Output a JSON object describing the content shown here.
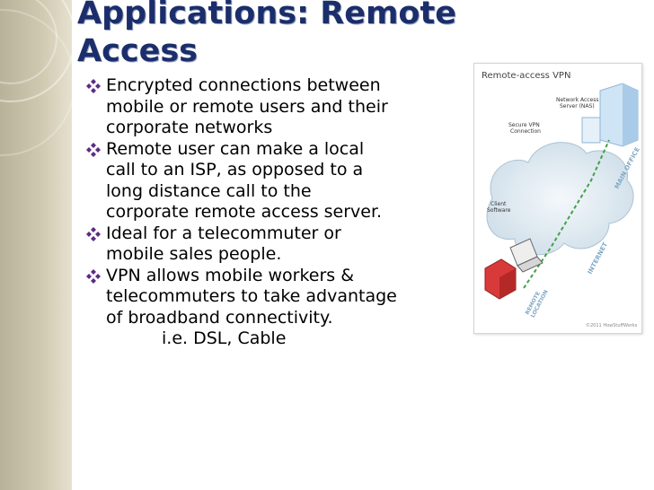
{
  "slide": {
    "title_line1": "Applications:  Remote",
    "title_line2": "Access",
    "bullets": [
      {
        "lines": [
          "Encrypted connections between",
          "mobile or remote users and their",
          "corporate networks"
        ]
      },
      {
        "lines": [
          "Remote user can make a local",
          "call to an ISP, as opposed to a",
          "long distance call to the",
          "corporate remote access server."
        ]
      },
      {
        "lines": [
          "Ideal for a telecommuter or",
          "mobile sales people."
        ]
      },
      {
        "lines": [
          "VPN allows mobile workers &",
          "telecommuters to take advantage",
          "of broadband connectivity."
        ],
        "sub_line": "i.e. DSL, Cable"
      }
    ],
    "bullet_icon": "diamond-bullet-icon",
    "colors": {
      "title": "#1b2e6b",
      "bullet": "#5a2b86",
      "left_band": "#c8c1a8"
    }
  },
  "figure": {
    "heading": "Remote-access VPN",
    "labels": {
      "nas": "Network Access\nServer (NAS)",
      "secure_vpn": "Secure VPN\nConnection",
      "client_software": "Client\nSoftware",
      "main_office": "MAIN OFFICE",
      "internet": "INTERNET",
      "remote_location": "REMOTE\nLOCATION",
      "copyright": "©2011 HowStuffWorks"
    }
  }
}
